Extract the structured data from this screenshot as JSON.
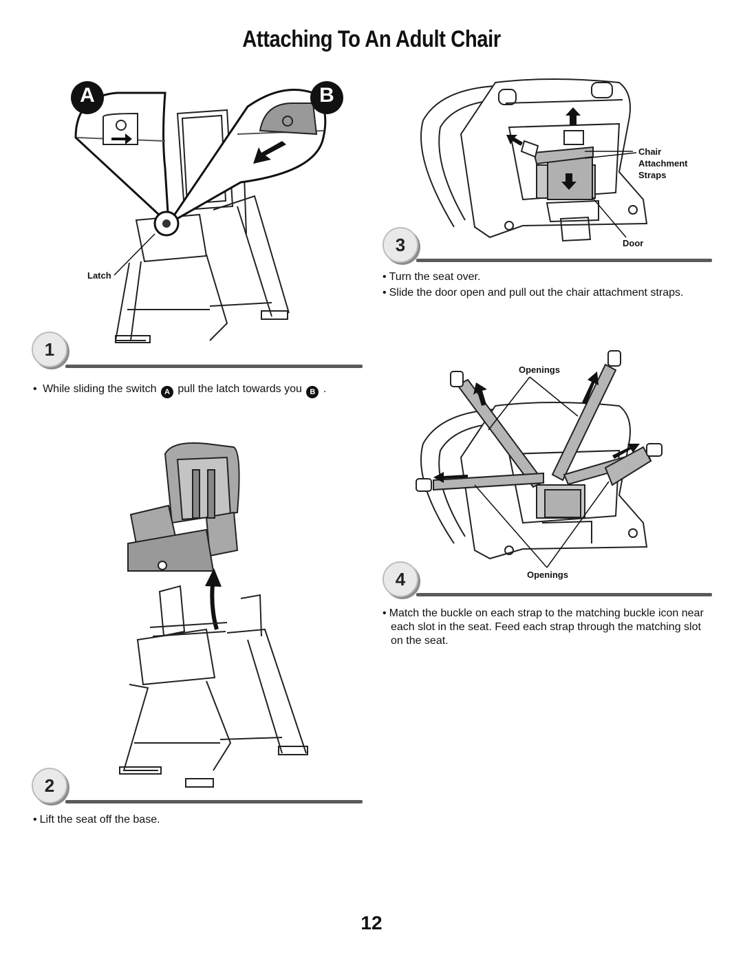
{
  "title": "Attaching To An Adult Chair",
  "steps": [
    {
      "number": "1",
      "callout_letters": [
        "A",
        "B"
      ],
      "labels": {
        "latch": "Latch"
      },
      "text_before": "While sliding the switch",
      "badge_a": "A",
      "text_middle": "pull the latch towards you",
      "badge_b": "B",
      "text_after": "."
    },
    {
      "number": "2",
      "bullets": [
        "Lift the seat off the base."
      ]
    },
    {
      "number": "3",
      "labels": {
        "chair_attachment_straps": "Chair Attachment Straps",
        "door": "Door"
      },
      "bullets": [
        "Turn the seat over.",
        "Slide the door open and pull out the chair attachment straps."
      ]
    },
    {
      "number": "4",
      "labels": {
        "openings_top": "Openings",
        "openings_bottom": "Openings"
      },
      "bullets": [
        "Match the buckle on each strap to the matching buckle icon near each slot in the seat. Feed each strap through the matching slot on the seat."
      ]
    }
  ],
  "page_number": "12",
  "colors": {
    "rule": "#5a5a5a",
    "badge_fill": "#e9e9e9",
    "strap_gray": "#b5b5b5",
    "seat_gray": "#9a9a9a"
  }
}
